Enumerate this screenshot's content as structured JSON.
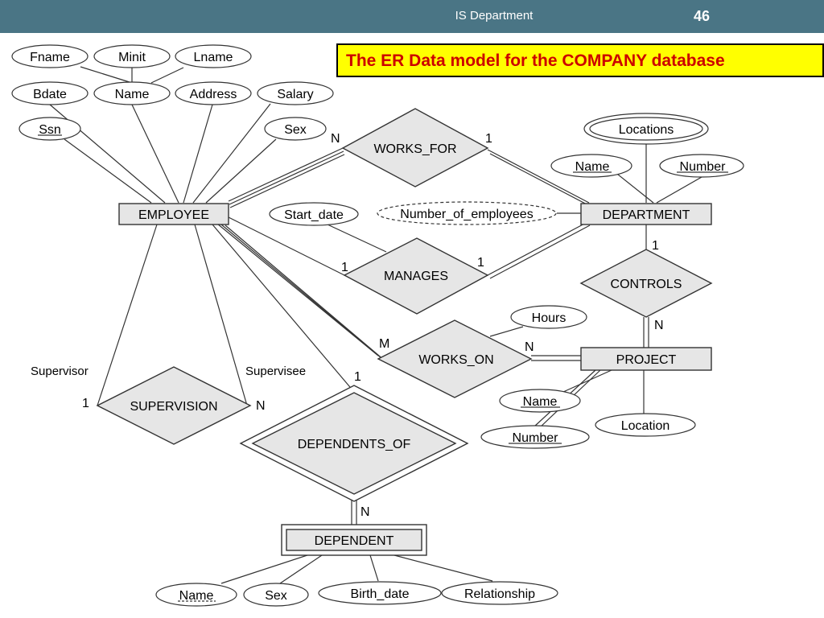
{
  "header": {
    "title": "IS Department",
    "slide_number": "46"
  },
  "title": "The ER Data model for the COMPANY database",
  "colors": {
    "header_bg": "#4a7585",
    "title_bg": "#ffff00",
    "title_text": "#cc0000",
    "shape_fill": "#e6e6e6"
  },
  "entities": {
    "employee": "EMPLOYEE",
    "department": "DEPARTMENT",
    "project": "PROJECT",
    "dependent": "DEPENDENT"
  },
  "relationships": {
    "works_for": "WORKS_FOR",
    "manages": "MANAGES",
    "works_on": "WORKS_ON",
    "controls": "CONTROLS",
    "supervision": "SUPERVISION",
    "dependents_of": "DEPENDENTS_OF"
  },
  "attributes": {
    "employee": {
      "fname": "Fname",
      "minit": "Minit",
      "lname": "Lname",
      "name": "Name",
      "bdate": "Bdate",
      "address": "Address",
      "salary": "Salary",
      "ssn": "Ssn",
      "sex": "Sex"
    },
    "department": {
      "locations": "Locations",
      "name": "Name",
      "number": "Number",
      "number_of_employees": "Number_of_employees"
    },
    "manages": {
      "start_date": "Start_date"
    },
    "works_on": {
      "hours": "Hours"
    },
    "project": {
      "name": "Name",
      "number": "Number",
      "location": "Location"
    },
    "dependent": {
      "name": "Name",
      "sex": "Sex",
      "birth_date": "Birth_date",
      "relationship": "Relationship"
    }
  },
  "cardinalities": {
    "works_for_employee": "N",
    "works_for_department": "1",
    "manages_employee": "1",
    "manages_department": "1",
    "controls_department": "1",
    "controls_project": "N",
    "works_on_employee": "M",
    "works_on_project": "N",
    "supervision_supervisor": "1",
    "supervision_supervisee": "N",
    "dependents_of_employee": "1",
    "dependents_of_dependent": "N"
  },
  "roles": {
    "supervisor": "Supervisor",
    "supervisee": "Supervisee"
  }
}
